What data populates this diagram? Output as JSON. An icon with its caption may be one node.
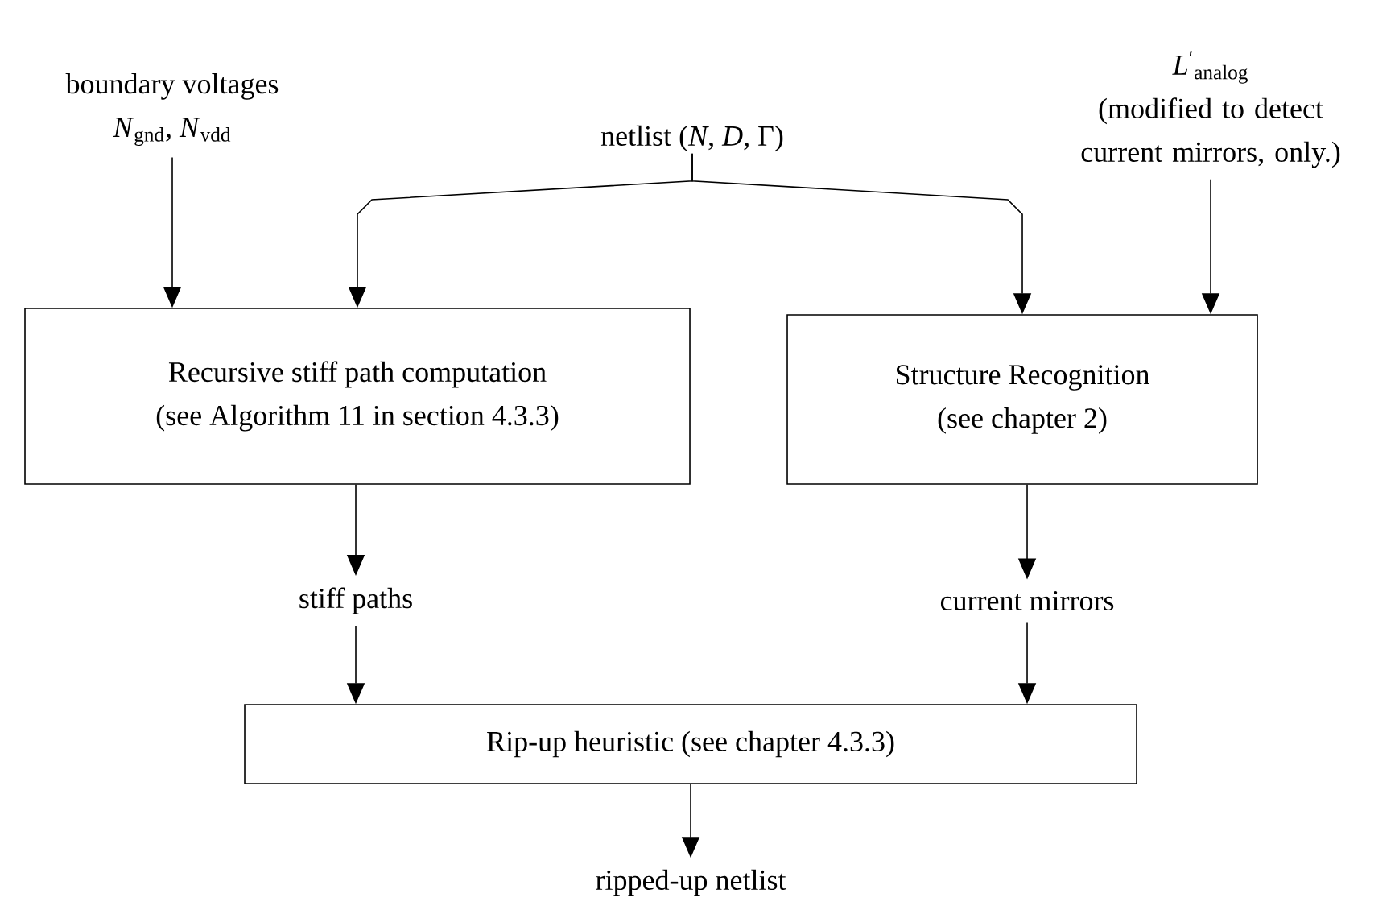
{
  "diagram": {
    "nodes": [
      {
        "text": [
          "boundary voltages",
          "*N*$_{gnd}$, *N*$_{vdd}$"
        ]
      },
      {
        "text": [
          "netlist (*N*, *D*, Γ)"
        ]
      },
      {
        "text": [
          "*L*$^{′}$$_{analog}$",
          "(modified to detect current mirrors, only.)"
        ]
      },
      {
        "text": [
          "Recursive stiff path computation",
          "(see Algorithm 11 in section 4.3.3)"
        ]
      },
      {
        "text": [
          "Structure Recognition",
          "(see chapter 2)"
        ]
      },
      {
        "text": [
          "stiff paths"
        ]
      },
      {
        "text": [
          "current mirrors"
        ]
      },
      {
        "text": [
          "Rip-up heuristic (see chapter 4.3.3)"
        ]
      },
      {
        "text": [
          "ripped-up netlist"
        ]
      }
    ],
    "edges": [
      {
        "from": 0,
        "to": 3,
        "arrow": "to"
      },
      {
        "from": 1,
        "to": 3,
        "arrow": "to"
      },
      {
        "from": 1,
        "to": 4,
        "arrow": "to"
      },
      {
        "from": 2,
        "to": 4,
        "arrow": "to"
      },
      {
        "from": 3,
        "to": 5,
        "arrow": "to"
      },
      {
        "from": 4,
        "to": 6,
        "arrow": "to"
      },
      {
        "from": 5,
        "to": 7,
        "arrow": "to"
      },
      {
        "from": 6,
        "to": 7,
        "arrow": "to"
      },
      {
        "from": 7,
        "to": 8,
        "arrow": "to"
      }
    ]
  }
}
